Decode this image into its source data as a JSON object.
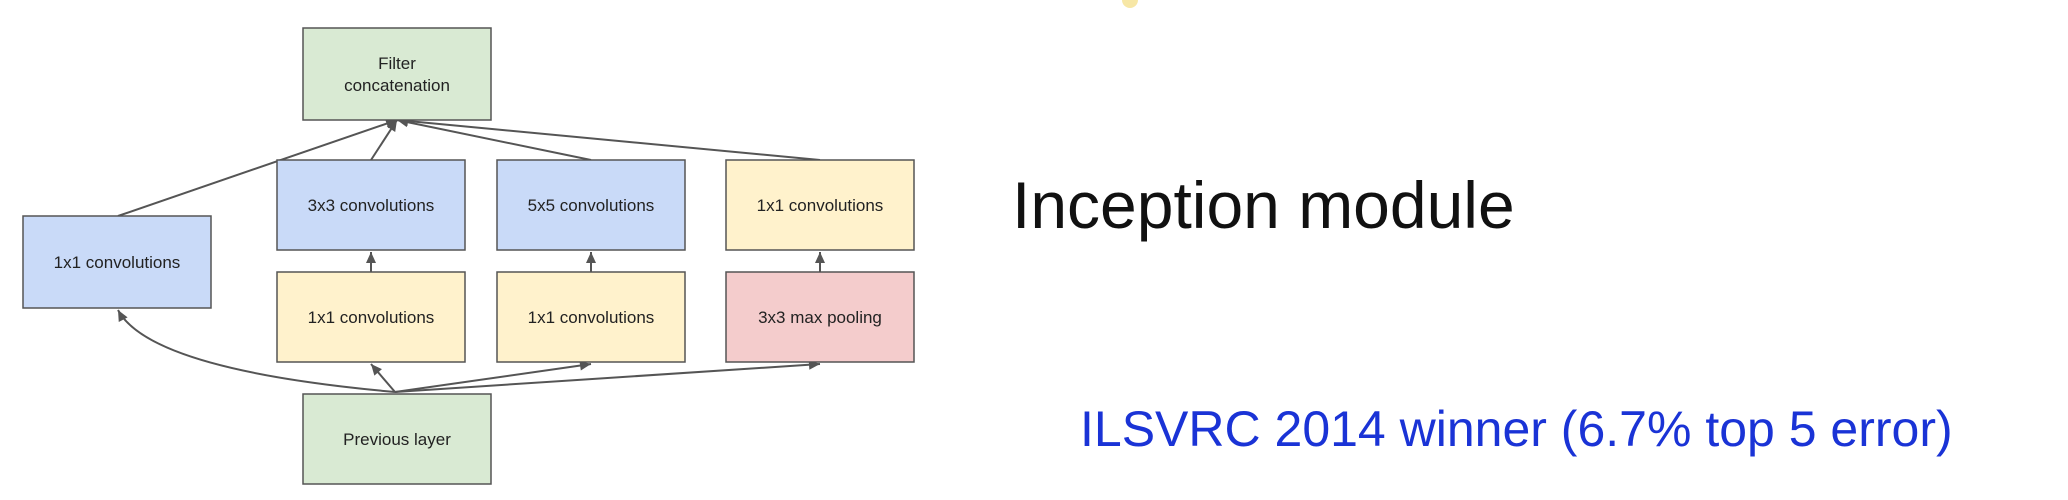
{
  "diagram": {
    "nodes": {
      "filter_concat": [
        "Filter",
        "concatenation"
      ],
      "branch1_1x1": [
        "1x1 convolutions"
      ],
      "conv3x3": [
        "3x3 convolutions"
      ],
      "conv5x5": [
        "5x5 convolutions"
      ],
      "pool_proj_1x1": [
        "1x1 convolutions"
      ],
      "reduce3x3_1x1": [
        "1x1 convolutions"
      ],
      "reduce5x5_1x1": [
        "1x1 convolutions"
      ],
      "maxpool3x3": [
        "3x3 max pooling"
      ],
      "previous_layer": [
        "Previous layer"
      ]
    },
    "colors": {
      "green": "#d9ead3",
      "blue": "#c9daf8",
      "yellow": "#fff2cc",
      "red": "#f4cccc"
    }
  },
  "heading": "Inception module",
  "caption": "ILSVRC 2014 winner (6.7% top 5 error)",
  "caption_color": "#1a33d6",
  "accent_color": "#f7e7a6"
}
